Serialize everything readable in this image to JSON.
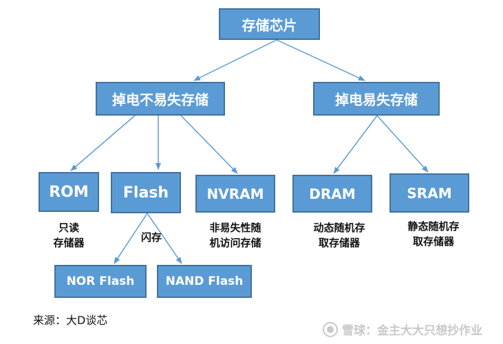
{
  "nodes": {
    "root": "存储芯片",
    "non_volatile": "掉电不易失存储",
    "volatile": "掉电易失存储",
    "rom": "ROM",
    "flash": "Flash",
    "nvram": "NVRAM",
    "dram": "DRAM",
    "sram": "SRAM",
    "nor_flash": "NOR Flash",
    "nand_flash": "NAND Flash"
  },
  "labels": {
    "rom_l1": "只读",
    "rom_l2": "存储器",
    "flash": "闪存",
    "nvram_l1": "非易失性随",
    "nvram_l2": "机访问存储",
    "dram_l1": "动态随机存",
    "dram_l2": "取存储器",
    "sram_l1": "静态随机存",
    "sram_l2": "取存储器"
  },
  "source": "来源：大D谈芯",
  "watermark": "雪球：金主大大只想抄作业",
  "colors": {
    "node_fill": "#5b9bd5",
    "node_border": "#41719c",
    "edge": "#5b9bd5"
  }
}
